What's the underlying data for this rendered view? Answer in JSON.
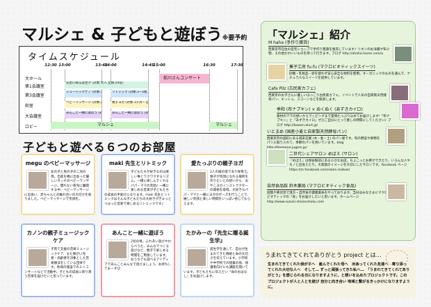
{
  "title": "マルシェ & 子どもと遊ぼう",
  "title_note": "※要予約",
  "schedule": {
    "heading": "タイムスケジュール",
    "times": [
      "12:30",
      "13:00",
      "13:45",
      "14:00",
      "14:45",
      "15:00",
      "16:30",
      "17:30"
    ],
    "rooms": [
      "大ホール",
      "第1会議室",
      "第3会議室",
      "和室",
      "大会議室",
      "ロビー"
    ],
    "events": [
      {
        "room": 0,
        "start": "15:00",
        "end": "16:30",
        "label": "前川さんコンサート",
        "color": "#f7b6d0"
      },
      {
        "room": 1,
        "start": "13:00",
        "end": "14:45",
        "label": "先生に贈る誕生学 (対象:大人 定員:20名)",
        "color": "#d3f3e3"
      },
      {
        "room": 2,
        "start": "13:00",
        "end": "13:45",
        "label": "ミュージックケア (対象:どなたでも 定員:30組)",
        "color": "#cfe6fb"
      },
      {
        "room": 2,
        "start": "14:00",
        "end": "14:45",
        "label": "リトミック (対象:2~3歳 定員:30組)",
        "color": "#cfe6fb"
      },
      {
        "room": 3,
        "start": "13:00",
        "end": "13:45",
        "label": "ベビーマッサージ (対象:2~6ヶ月 定員:15組)",
        "color": "#fbf5c6"
      },
      {
        "room": 3,
        "start": "14:00",
        "end": "14:45",
        "label": "親子ヨガ (対象:3ヶ月~ 定員:15組)",
        "color": "#fbf5c6"
      },
      {
        "room": 4,
        "start": "13:00",
        "end": "13:45",
        "label": "あんこと一緒に遊ぼう (対象:0歳~ 定員:20名)",
        "color": "#e3d3f7"
      },
      {
        "room": 4,
        "start": "14:00",
        "end": "14:45",
        "label": "あんこと一緒に遊ぼう (対象:0歳~ 定員:20名)",
        "color": "#e3d3f7"
      },
      {
        "room": 5,
        "start": "12:30",
        "end": "15:00",
        "label": "マルシェ",
        "color": "#c9f5c4"
      },
      {
        "room": 5,
        "start": "16:30",
        "end": "17:30",
        "label": "マルシェ",
        "color": "#c9f5c4"
      }
    ]
  },
  "rooms_heading": "子どもと遊べる６つのお部屋",
  "cards": [
    {
      "title": "megu のベビーマッサージ",
      "color": "#f3dc9a",
      "text": "女の子と男の子の二児の母。出産を機に出会った優しいタッチのベビーマッサージ。慣れない育児に奮闘する中、ベビーマッサージに出会い、赤ちゃんとの触れ合いの大切さを知りました。ベビーマッサージで笑顔を。"
    },
    {
      "title": "maki 先生とリトミック",
      "color": "#9fb8ea",
      "text": "子どもたちが好きなのは楽しい事とワクワクするリズム。一緒に楽しんでくれるパパ・ママの笑顔♪ 一緒に楽しめる音楽が子どもたちの成長の手助けになります。maki 先生とリトミックはそんな子どもたちの大好きがぎゅっとつまった音楽で楽しめるリトミックです♪"
    },
    {
      "title": "愛たっぷりの親子ヨガ",
      "color": "#f3dc9a",
      "text": "2人の娘の母であり保育士。親子が笑顔になれる場所を作りたいとの想いから、おやこヨガインストラクターの資格を取得。大好きなパパ・ママと一緒にヨガのポーズを行うことで、嬉しい笑顔と楽しい時間をいっぱい感じてもらえます。"
    },
    {
      "title": "カノンの親子ミュージックケア",
      "color": "#9fb8ea",
      "text": "子育て支援の音楽ミュージックケア、また障がい児者・高齢者を対象とした音楽療法をしている団体です。地域の施設でのミニコンサートなどで活動中。子どもの成長に寄り添う音楽を届けたいと思っています。"
    },
    {
      "title": "あんこと一緒に遊ぼう",
      "color": "#ef9aa6",
      "text": "2児の母。ふれあい遊びやわらべうた、みんなでつくる遊びなど、親子で楽しめる時間をご用意しています。おうちでも遊べるアイディアであんことみんなで遊びましょう。お待ちしてまーす☺"
    },
    {
      "title": "たかみーの『先生に贈る誕生学』",
      "color": "#b9d8f3",
      "text": "誕生学を通して、自分が生まれてきた奇跡と命の大切さを伝えています。小学校や中学校での授業の他、保護者向けにも講座を開いています。子どもたちに伝えたい「命のおはなし」をお届けします。"
    }
  ],
  "marche": {
    "heading": "「マルシェ」紹介",
    "shops": [
      {
        "name": "M haha (手作り雑貨)",
        "text": "西東京市在住の自宅ショップで手作り雑貨を販売しています♪ リネンのお洋服や布小物、その他かわいいものを持って行きます。ブログ http://ahaha.home.com/a"
      },
      {
        "name": "菓子工房 fu-fu (マクロビオティックスイーツ)",
        "text": "砂糖・乳製品・卵を使わず安心安全な材料を使用。オーガニックのものを選んで、ナチュラルなスイーツを提供しています。"
      },
      {
        "name": "Cafe Pilz (古民家カフェ)",
        "text": "西東京のお子さんに優しいほっこり古民家カフェ。イベントで人気の自家製天然酵母パン、キッシュ、スコーンなどを販売します。"
      },
      {
        "name": "季和 (布ナプキン) × ぬくぬく (あずきカイロ)",
        "text": "素材のママの想いからラッピングまで愛情たっぷり込めてお届けします!「布ナプキン」と「あずきカイロ」ぜひご自分にとって癒しの時間にしてください♪ ブログ http://kawari.alurt.jp/"
      },
      {
        "name": "いとまめ (国産小麦と自家製天然酵母パン)",
        "text": "西東京市の田町にある週末営業 (木・金・土) のパン屋です。旬の野菜や果物をパンに取り入れて、季節のパンを焼いています。blog http://itomame.jugem.jp/"
      },
      {
        "name": "二世代シェアサロン めばえ (サロン)",
        "text": "『めばえ』は保谷駅前にある小さなお店。ちょこっとお茶ができたり、いろんな人やモノと出会えたり。大家族のイメージを大切にしたサロンです。Facebook ページ https://m.facebook.com/salon.mebae/"
      },
      {
        "name": "自然食品館 鈴木薬局 (マクロビオティック食品)",
        "text": "田無や東伏見で漢方・自然食の健康薬局をやっております。当日はみなさまにマクロビオティックの「食」をお届けしたいと思います。ホームページ http://www.suzuki-shizenshoku.com"
      }
    ]
  },
  "project": {
    "heading": "うまれてきてくれてありがとう project とは…",
    "text": "生まれてきてくれた我が子へ　産んでくれた母へ　出会ってくれた友達へ　寄り添ってくれた大切な人へ　そして… ずっと頑張ってきた私へ…　「うまれてきてくれてありがとう」を感じられる日になりますように、と想いを込めたプロジェクトです。このプロジェクトが人と人とを結び 自分と向き合い 地域と繋がるきっかけになりますように。"
  }
}
